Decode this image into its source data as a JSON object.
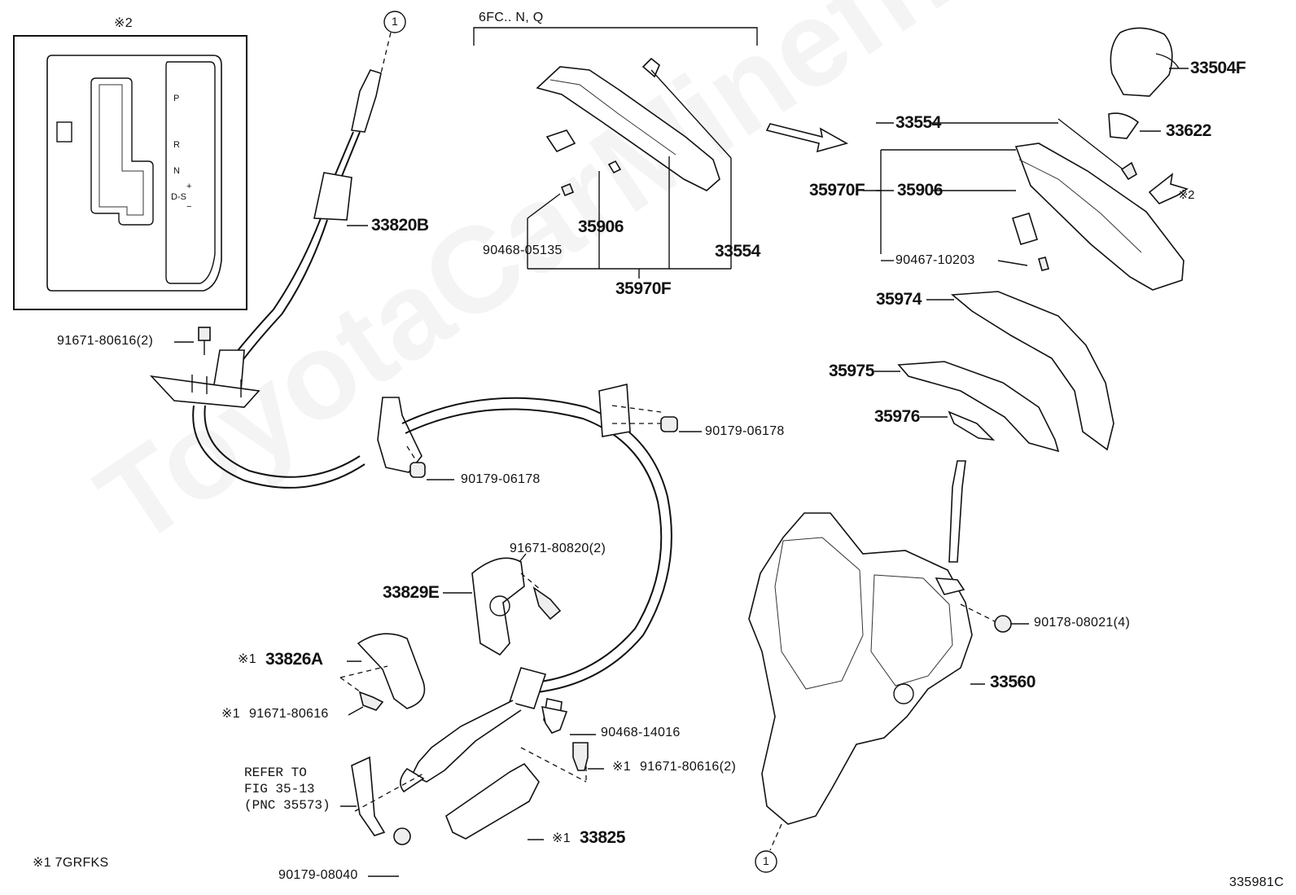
{
  "watermark": "ToyotaCarMinefff",
  "inset": {
    "note_label": "※2",
    "gate_letters": [
      "P",
      "R",
      "N",
      "D-S",
      "+",
      "−"
    ]
  },
  "notes": {
    "footnote": "※1  7GRFKS",
    "figure_code": "335981C"
  },
  "markers": {
    "circle_top": "1",
    "circle_bottom": "1",
    "arrow_note": "※2"
  },
  "group_header": "6FC.. N, Q",
  "labels": {
    "p33820B": "33820B",
    "p91671_80616_2": "91671-80616(2)",
    "p90468_05135": "90468-05135",
    "p35906_mid": "35906",
    "p33554_mid": "33554",
    "p35970F_mid": "35970F",
    "p33504F": "33504F",
    "p33554_right": "33554",
    "p33622": "33622",
    "p35970F_right": "35970F",
    "p35906_right": "35906",
    "p90467_10203": "90467-10203",
    "p35974": "35974",
    "p35975": "35975",
    "p35976": "35976",
    "p90179_06178_a": "90179-06178",
    "p90179_06178_b": "90179-06178",
    "p91671_80820_2": "91671-80820(2)",
    "p33829E": "33829E",
    "p33826A": "33826A",
    "p33826A_mark": "※1",
    "p91671_80616_b": "91671-80616",
    "p91671_80616_b_mark": "※1",
    "p90468_14016": "90468-14016",
    "p91671_80616_c": "91671-80616(2)",
    "p91671_80616_c_mark": "※1",
    "p90178_08021": "90178-08021(4)",
    "p33560": "33560",
    "p33825": "33825",
    "p33825_mark": "※1",
    "p90179_08040": "90179-08040",
    "refer_line1": "REFER TO",
    "refer_line2": "FIG 35-13",
    "refer_line3": "(PNC 35573)"
  }
}
